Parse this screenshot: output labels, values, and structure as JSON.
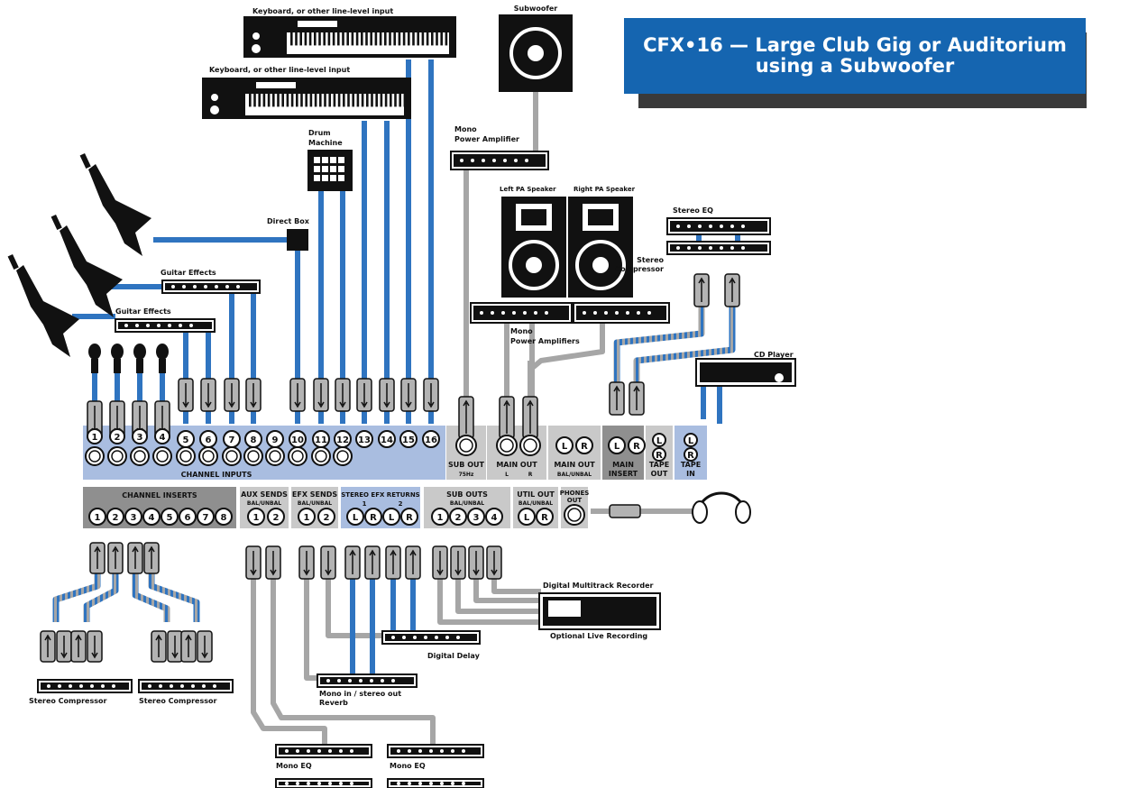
{
  "title": "CFX•16 — Large Club Gig or Auditorium using a Subwoofer",
  "labels": {
    "keyboard1": "Keyboard, or other line-level input",
    "keyboard2": "Keyboard, or other line-level input",
    "subwoofer": "Subwoofer",
    "mono_power_amp_1": "Mono",
    "mono_power_amp_2": "Power Amplifier",
    "drum_1": "Drum",
    "drum_2": "Machine",
    "direct_box": "Direct Box",
    "guitar_effects_1": "Guitar Effects",
    "guitar_effects_2": "Guitar Effects",
    "left_pa": "Left PA Speaker",
    "right_pa": "Right PA Speaker",
    "stereo_eq": "Stereo EQ",
    "stereo_comp_top_1": "Stereo",
    "stereo_comp_top_2": "Compressor",
    "mono_power_amps_1": "Mono",
    "mono_power_amps_2": "Power Amplifiers",
    "cd_player": "CD Player",
    "channel_inputs": "CHANNEL INPUTS",
    "sub_out": "SUB OUT",
    "sub_out_sub": "75Hz",
    "main_out": "MAIN OUT",
    "main_out_l": "L",
    "main_out_r": "R",
    "main_out2": "MAIN OUT",
    "main_out2_sub": "BAL/UNBAL",
    "main_insert_1": "MAIN",
    "main_insert_2": "INSERT",
    "tape_out_1": "TAPE",
    "tape_out_2": "OUT",
    "tape_in_1": "TAPE",
    "tape_in_2": "IN",
    "channel_inserts": "CHANNEL INSERTS",
    "aux_sends": "AUX SENDS",
    "aux_sends_sub": "BAL/UNBAL",
    "efx_sends": "EFX SENDS",
    "efx_sends_sub": "BAL/UNBAL",
    "stereo_efx_returns": "STEREO EFX RETURNS",
    "sub_outs": "SUB OUTS",
    "sub_outs_sub": "BAL/UNBAL",
    "util_out": "UTIL OUT",
    "util_out_sub": "BAL/UNBAL",
    "phones_out_1": "PHONES",
    "phones_out_2": "OUT",
    "multitrack": "Digital Multitrack Recorder",
    "optional_live": "Optional Live Recording",
    "digital_delay": "Digital Delay",
    "reverb_1": "Mono in / stereo out",
    "reverb_2": "Reverb",
    "stereo_comp_bl": "Stereo Compressor",
    "stereo_comp_br": "Stereo Compressor",
    "mono_eq_1": "Mono EQ",
    "mono_eq_2": "Mono EQ",
    "lr_L": "L",
    "lr_R": "R",
    "return_1": "1",
    "return_2": "2"
  },
  "channel_numbers": [
    "1",
    "2",
    "3",
    "4",
    "5",
    "6",
    "7",
    "8",
    "9",
    "10",
    "11",
    "12",
    "13",
    "14",
    "15",
    "16"
  ],
  "insert_numbers": [
    "1",
    "2",
    "3",
    "4",
    "5",
    "6",
    "7",
    "8"
  ],
  "aux_numbers": [
    "1",
    "2"
  ],
  "efx_numbers": [
    "1",
    "2"
  ],
  "subout_numbers": [
    "1",
    "2",
    "3",
    "4"
  ],
  "colors": {
    "title_bg": "#1565b0",
    "cable_blue": "#2f74c0",
    "cable_gray": "#a6a6a6",
    "panel_blue": "#a9bde0",
    "panel_gray": "#c9c9c9",
    "panel_dark": "#8f8f8f"
  }
}
